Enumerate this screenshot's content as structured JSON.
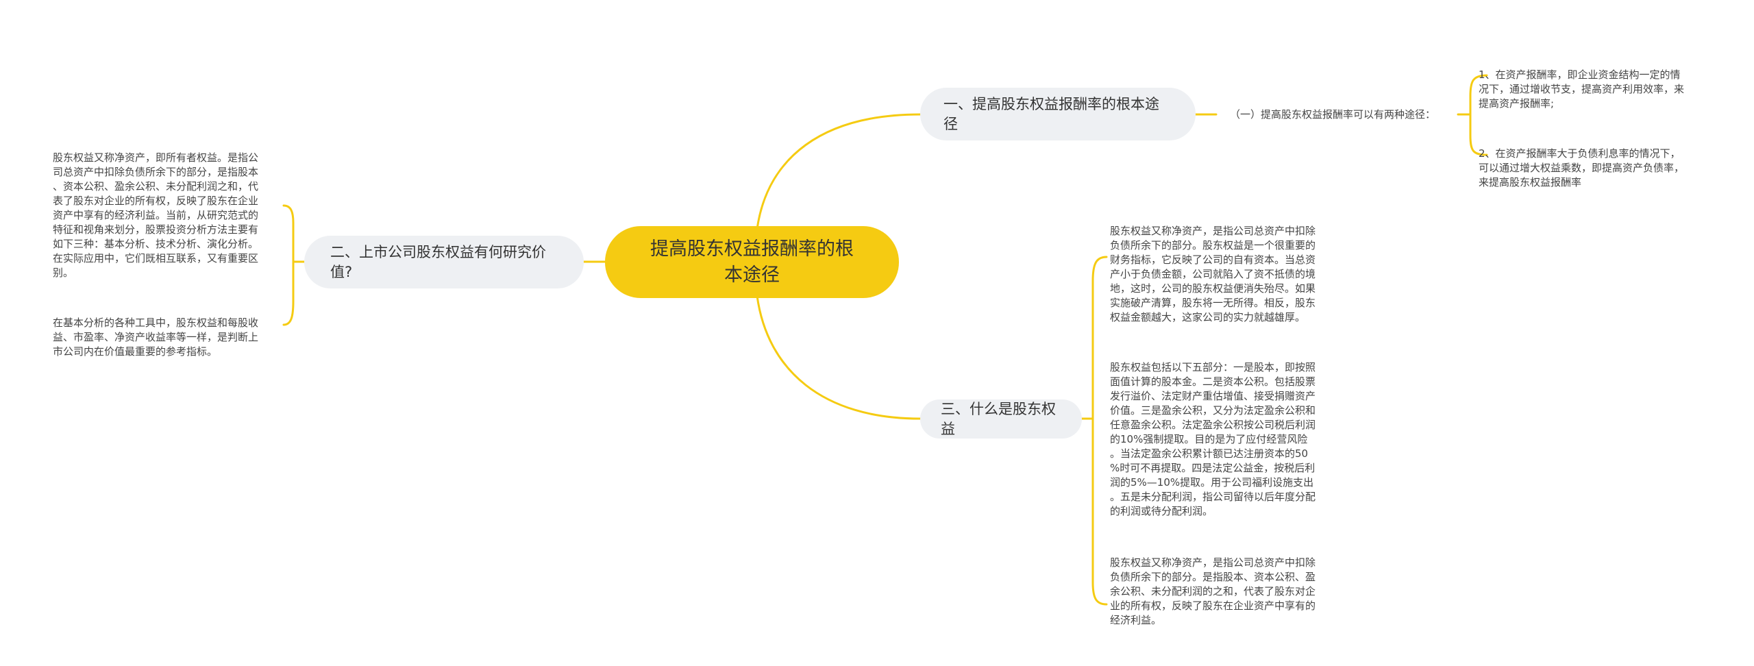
{
  "theme": {
    "root_color": "#f5cb12",
    "branch_bg": "#eef0f3",
    "line_color": "#f5cb12"
  },
  "root": {
    "title": "提高股东权益报酬率的根本途径"
  },
  "branch1": {
    "title": "一、提高股东权益报酬率的根本途径",
    "sub": "（一）提高股东权益报酬率可以有两种途径：",
    "items": [
      "1、在资产报酬率，即企业资金结构一定的情\n况下，通过增收节支，提高资产利用效率，来\n提高资产报酬率;",
      "2、在资产报酬率大于负债利息率的情况下，\n可以通过增大权益乘数，即提高资产负债率，\n来提高股东权益报酬率"
    ]
  },
  "branch2": {
    "title": "二、上市公司股东权益有何研究价值?",
    "items": [
      "股东权益又称净资产，即所有者权益。是指公\n司总资产中扣除负债所余下的部分，是指股本\n、资本公积、盈余公积、未分配利润之和，代\n表了股东对企业的所有权，反映了股东在企业\n资产中享有的经济利益。当前，从研究范式的\n特征和视角来划分，股票投资分析方法主要有\n如下三种：基本分析、技术分析、演化分析。\n在实际应用中，它们既相互联系，又有重要区\n别。",
      "在基本分析的各种工具中，股东权益和每股收\n益、市盈率、净资产收益率等一样，是判断上\n市公司内在价值最重要的参考指标。"
    ]
  },
  "branch3": {
    "title": "三、什么是股东权益",
    "items": [
      "股东权益又称净资产，是指公司总资产中扣除\n负债所余下的部分。股东权益是一个很重要的\n财务指标，它反映了公司的自有资本。当总资\n产小于负债金额，公司就陷入了资不抵债的境\n地，这时，公司的股东权益便消失殆尽。如果\n实施破产清算，股东将一无所得。相反，股东\n权益金额越大，这家公司的实力就越雄厚。",
      "股东权益包括以下五部分：一是股本，即按照\n面值计算的股本金。二是资本公积。包括股票\n发行溢价、法定财产重估增值、接受捐赠资产\n价值。三是盈余公积，又分为法定盈余公积和\n任意盈余公积。法定盈余公积按公司税后利润\n的10%强制提取。目的是为了应付经营风险\n。当法定盈余公积累计额已达注册资本的50\n%时可不再提取。四是法定公益金，按税后利\n润的5%—10%提取。用于公司福利设施支出\n。五是未分配利润，指公司留待以后年度分配\n的利润或待分配利润。",
      "股东权益又称净资产，是指公司总资产中扣除\n负债所余下的部分。是指股本、资本公积、盈\n余公积、未分配利润的之和，代表了股东对企\n业的所有权，反映了股东在企业资产中享有的\n经济利益。"
    ]
  }
}
